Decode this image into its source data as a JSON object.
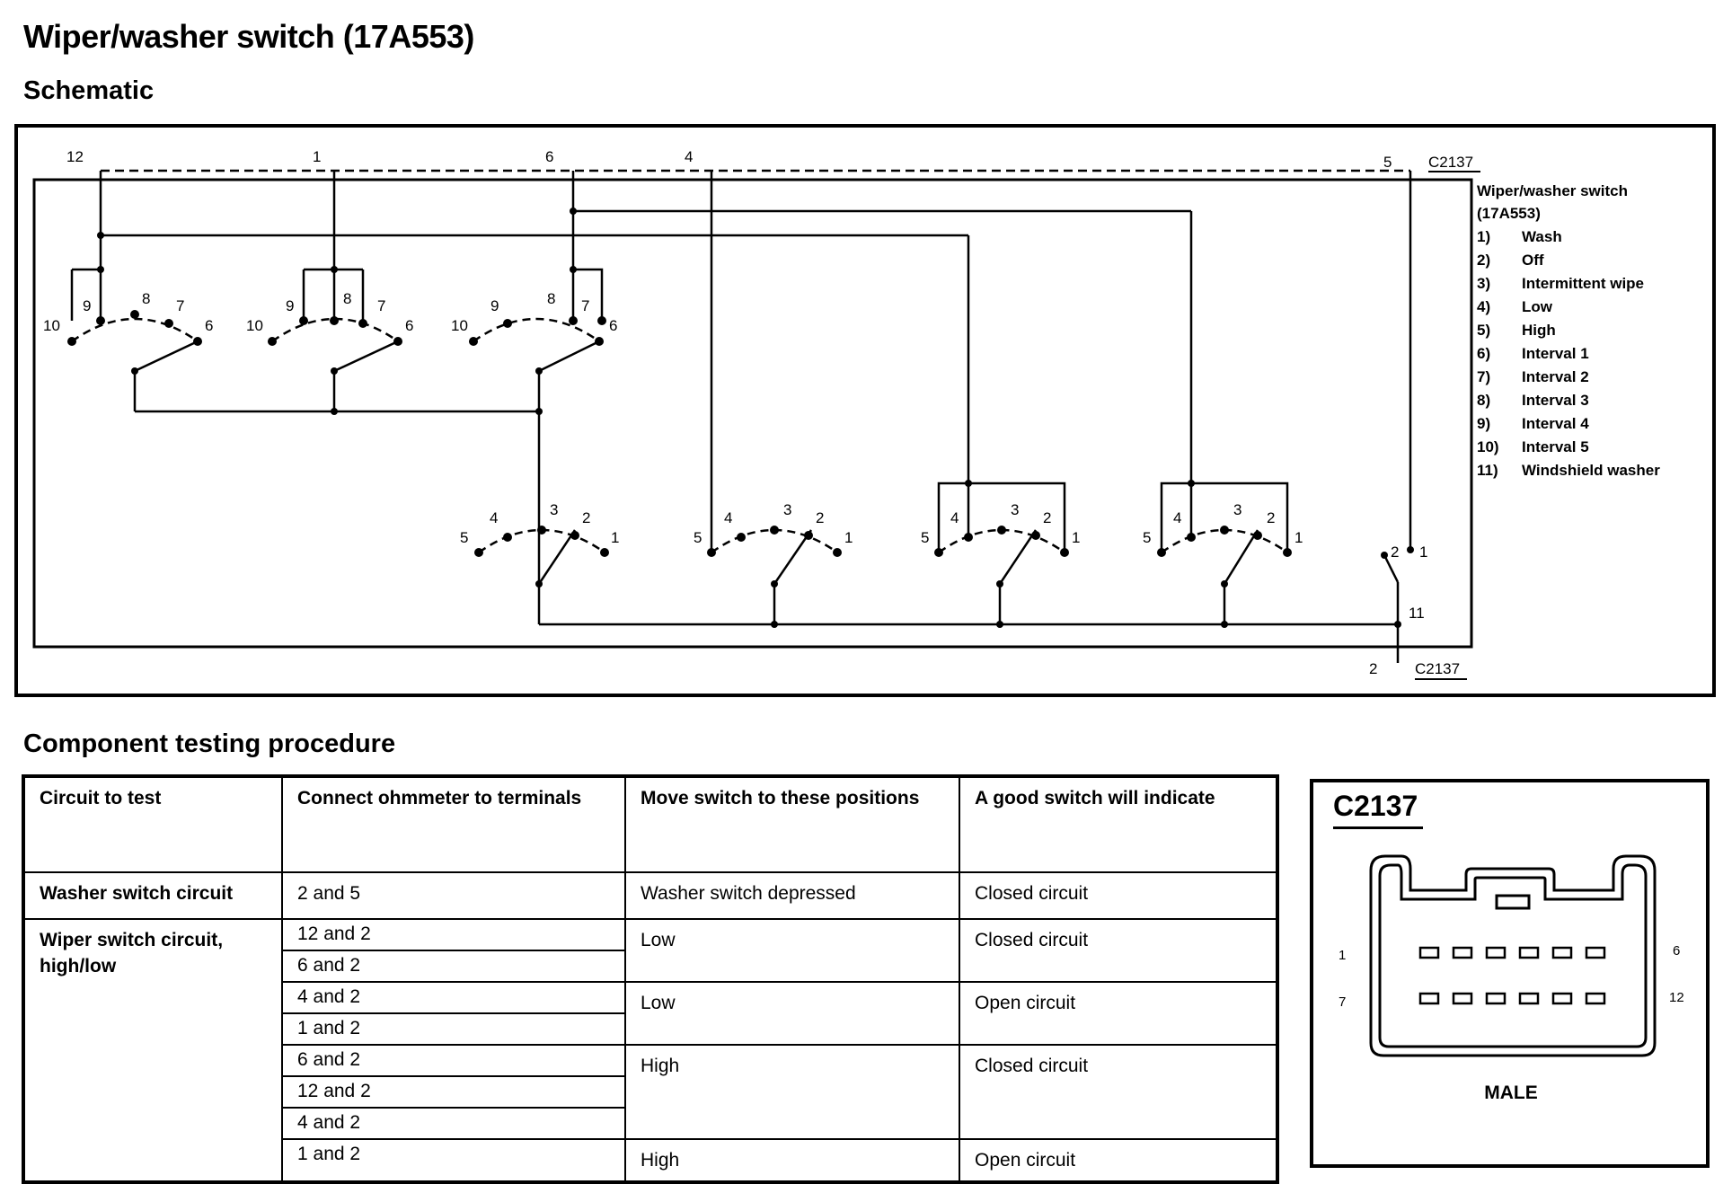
{
  "title": "Wiper/washer switch (17A553)",
  "schematic_heading": "Schematic",
  "procedure_heading": "Component testing procedure",
  "schematic": {
    "connector_label": "C2137",
    "top_pins": [
      "12",
      "1",
      "6",
      "4",
      "5"
    ],
    "bottom_pin": "2",
    "washer_terminal": "11",
    "washer_contacts": [
      "2",
      "1"
    ],
    "switch_contacts_upper": [
      "10",
      "9",
      "8",
      "7",
      "6"
    ],
    "switch_contacts_lower": [
      "5",
      "4",
      "3",
      "2",
      "1"
    ],
    "legend_title": "Wiper/washer switch",
    "legend_subtitle": "(17A553)",
    "legend": [
      {
        "num": "1)",
        "text": "Wash"
      },
      {
        "num": "2)",
        "text": "Off"
      },
      {
        "num": "3)",
        "text": "Intermittent wipe"
      },
      {
        "num": "4)",
        "text": "Low"
      },
      {
        "num": "5)",
        "text": "High"
      },
      {
        "num": "6)",
        "text": "Interval 1"
      },
      {
        "num": "7)",
        "text": "Interval 2"
      },
      {
        "num": "8)",
        "text": "Interval 3"
      },
      {
        "num": "9)",
        "text": "Interval 4"
      },
      {
        "num": "10)",
        "text": "Interval 5"
      },
      {
        "num": "11)",
        "text": "Windshield washer"
      }
    ]
  },
  "table": {
    "headers": [
      "Circuit to test",
      "Connect ohmmeter to terminals",
      "Move switch to these positions",
      "A good switch will indicate"
    ],
    "washer": {
      "circuit": "Washer switch circuit",
      "terminals": "2 and 5",
      "position": "Washer switch depressed",
      "result": "Closed circuit"
    },
    "wiper": {
      "circuit": "Wiper switch circuit, high/low",
      "terminals": [
        "12 and 2",
        "6 and 2",
        "4 and 2",
        "1 and 2",
        "6 and 2",
        "12 and 2",
        "4 and 2",
        "1 and 2"
      ],
      "groups": [
        {
          "position": "Low",
          "result": "Closed circuit"
        },
        {
          "position": "Low",
          "result": "Open circuit"
        },
        {
          "position": "High",
          "result": "Closed circuit"
        },
        {
          "position": "High",
          "result": "Open circuit"
        }
      ]
    }
  },
  "connector": {
    "title": "C2137",
    "type": "MALE",
    "pin_labels": [
      "1",
      "6",
      "7",
      "12"
    ]
  }
}
